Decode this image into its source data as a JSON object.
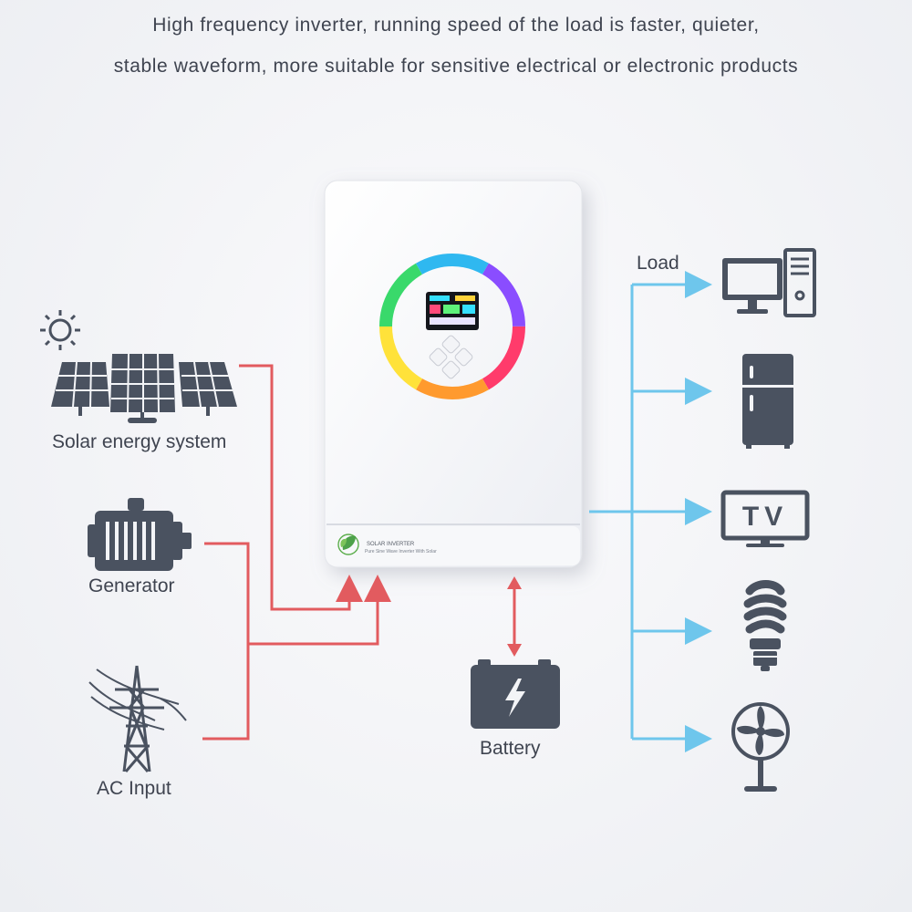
{
  "headline": {
    "line1": "High frequency inverter, running speed of the load is faster, quieter,",
    "line2": "stable waveform, more suitable for sensitive electrical or electronic products"
  },
  "sources": {
    "solar": "Solar energy system",
    "generator": "Generator",
    "ac_input": "AC Input"
  },
  "battery": "Battery",
  "load": {
    "title": "Load",
    "tv_text": "TV"
  },
  "inverter": {
    "label_title": "SOLAR INVERTER",
    "label_subtitle": "Pure Sine Wave Inverter With Solar"
  },
  "colors": {
    "ac_line": "#e25b5f",
    "load_line": "#6ec6ec",
    "icon": "#4a5260"
  }
}
